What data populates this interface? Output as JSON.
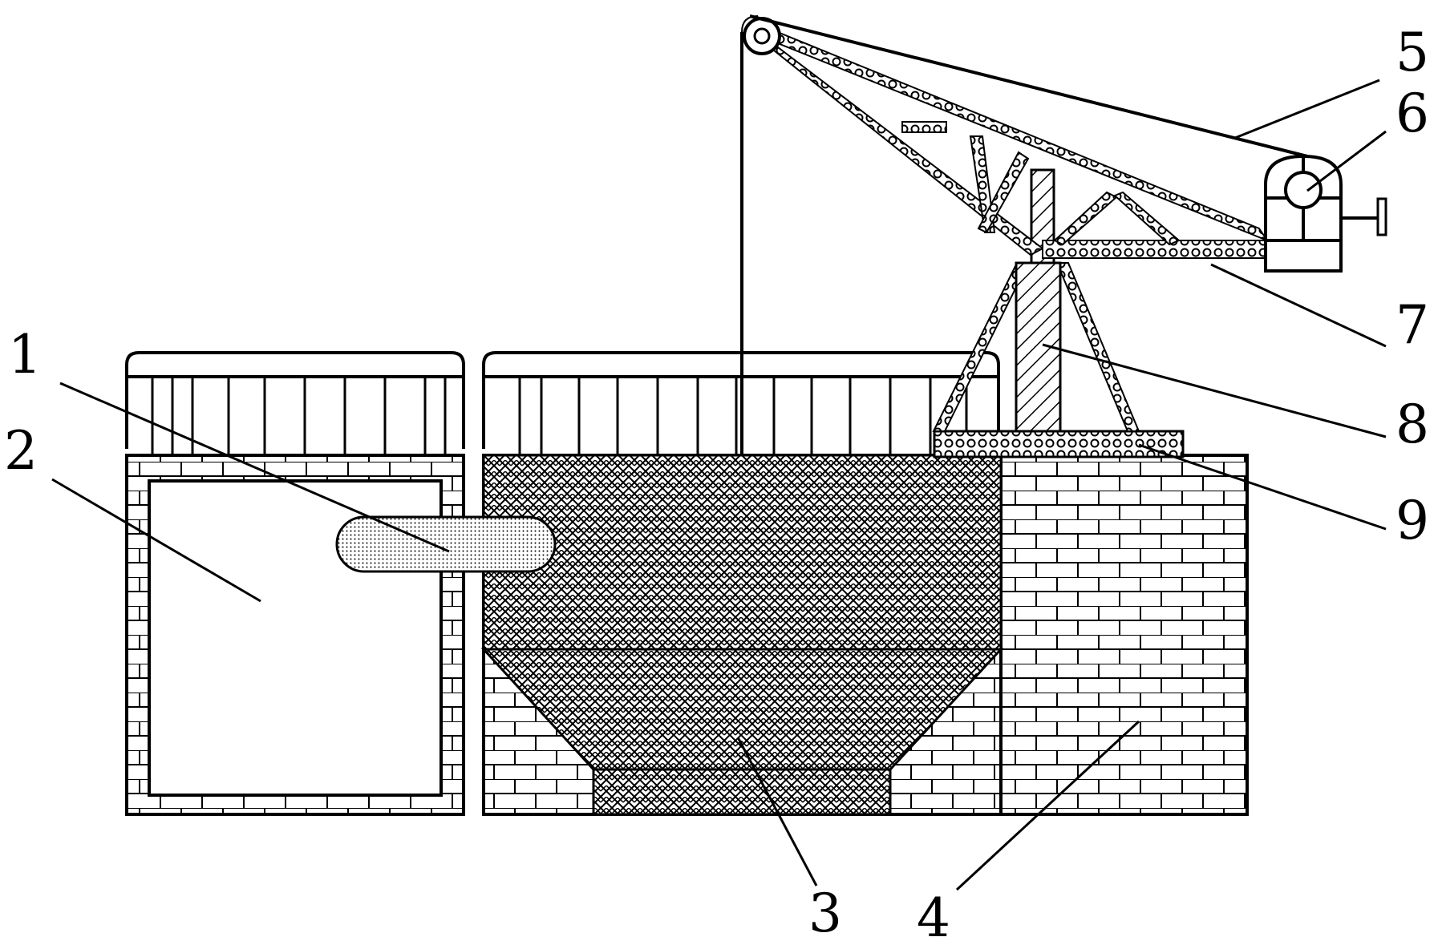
{
  "figure": {
    "type": "patent-drawing",
    "subject": "crane mounted on brick structure with tanks",
    "callouts": [
      {
        "id": "1",
        "label": "1"
      },
      {
        "id": "2",
        "label": "2"
      },
      {
        "id": "3",
        "label": "3"
      },
      {
        "id": "4",
        "label": "4"
      },
      {
        "id": "5",
        "label": "5"
      },
      {
        "id": "6",
        "label": "6"
      },
      {
        "id": "7",
        "label": "7"
      },
      {
        "id": "8",
        "label": "8"
      },
      {
        "id": "9",
        "label": "9"
      }
    ]
  },
  "colors": {
    "line": "#000000",
    "background": "#ffffff"
  }
}
